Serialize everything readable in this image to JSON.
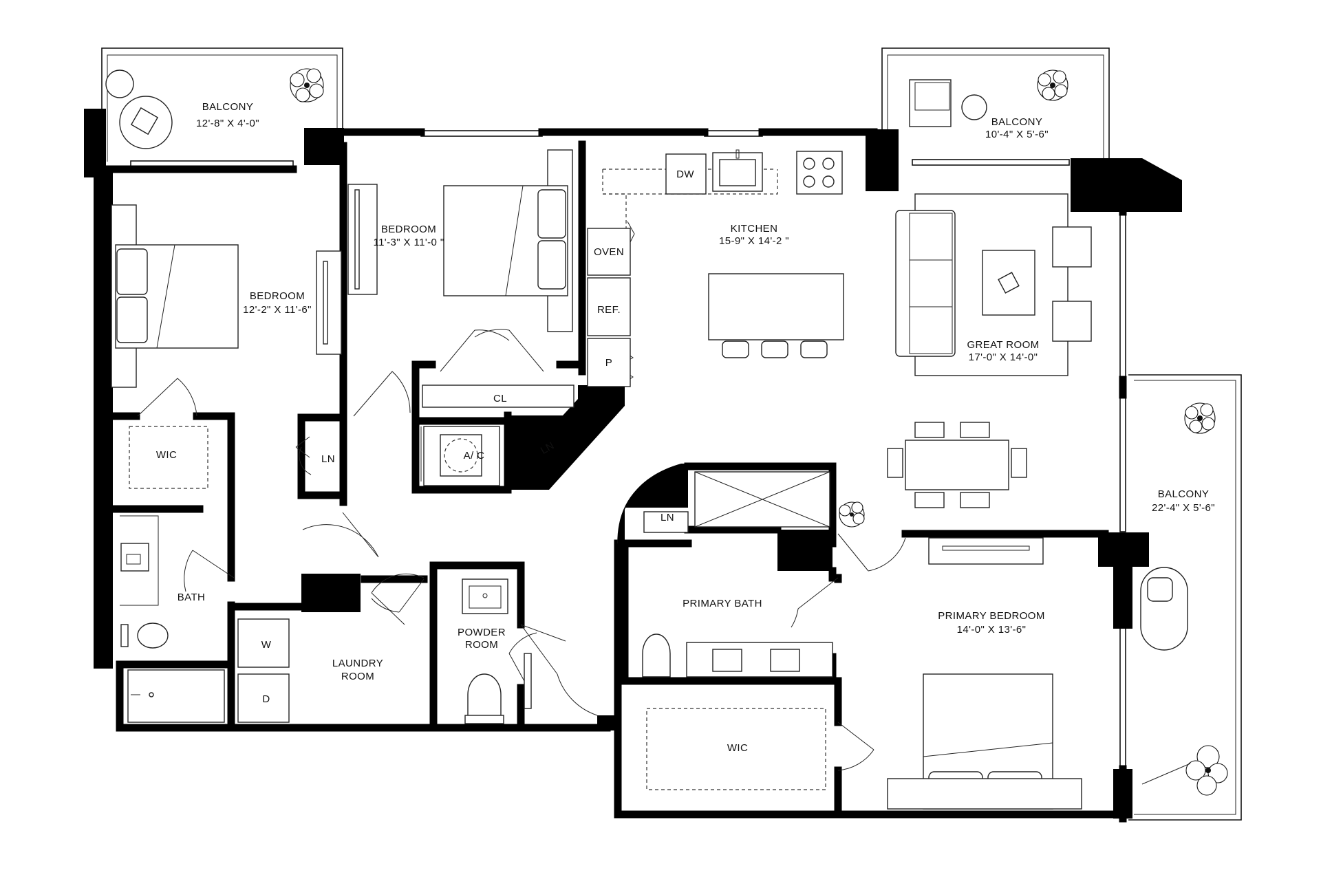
{
  "labels": {
    "balcony_nw": {
      "name": "BALCONY",
      "size": "12'-8\" X 4'-0\""
    },
    "balcony_ne": {
      "name": "BALCONY",
      "size": "10'-4\" X 5'-6\""
    },
    "balcony_e": {
      "name": "BALCONY",
      "size": "22'-4\" X 5'-6\""
    },
    "bedroom_1": {
      "name": "BEDROOM",
      "size": "12'-2\" X 11'-6\""
    },
    "bedroom_2": {
      "name": "BEDROOM",
      "size": "11'-3\" X 11'-0  \""
    },
    "kitchen": {
      "name": "KITCHEN",
      "size": "15-9\" X 14'-2  \""
    },
    "great_room": {
      "name": "GREAT ROOM",
      "size": "17'-0\" X 14'-0\""
    },
    "primary_bedroom": {
      "name": "PRIMARY BEDROOM",
      "size": "14'-0\" X 13'-6\""
    },
    "primary_bath": "PRIMARY BATH",
    "wic_1": "WIC",
    "wic_2": "WIC",
    "bath": "BATH",
    "laundry": [
      "LAUNDRY",
      "ROOM"
    ],
    "powder": [
      "POWDER",
      "ROOM"
    ],
    "cl": "CL",
    "ln_1": "LN",
    "ln_2": "LN",
    "ln_3": "LN",
    "ac": "A/ C",
    "dw": "DW",
    "oven": "OVEN",
    "ref": "REF.",
    "pantry": "P",
    "washer": "W",
    "dryer": "D"
  }
}
